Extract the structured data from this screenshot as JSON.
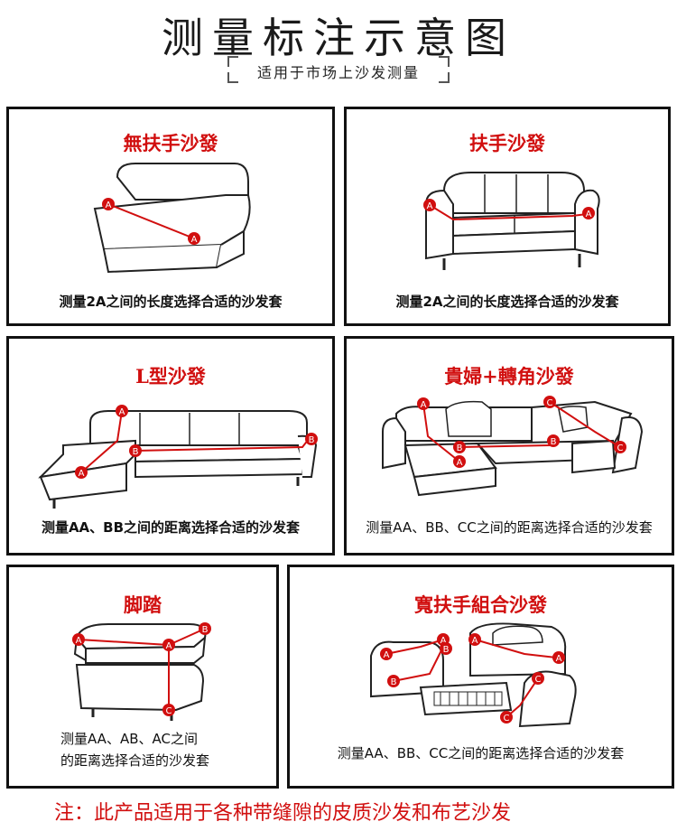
{
  "page": {
    "title": "测量标注示意图",
    "subtitle": "适用于市场上沙发测量",
    "note": "注：此产品适用于各种带缝隙的皮质沙发和布艺沙发"
  },
  "panels": [
    {
      "title": "無扶手沙發",
      "caption": "测量2A之间的长度选择合适的沙发套"
    },
    {
      "title": "扶手沙發",
      "caption": "测量2A之间的长度选择合适的沙发套"
    },
    {
      "title": "L型沙發",
      "caption": "测量AA、BB之间的距离选择合适的沙发套"
    },
    {
      "title": "貴婦+轉角沙發",
      "caption": "测量AA、BB、CC之间的距离选择合适的沙发套"
    },
    {
      "title": "脚踏",
      "caption_line1": "测量AA、AB、AC之间",
      "caption_line2": "的距离选择合适的沙发套"
    },
    {
      "title": "寬扶手組合沙發",
      "caption": "测量AA、BB、CC之间的距离选择合适的沙发套"
    }
  ],
  "markers": {
    "a": "A",
    "b": "B",
    "c": "C"
  },
  "colors": {
    "accent": "#d10f0f",
    "line": "#111111"
  }
}
